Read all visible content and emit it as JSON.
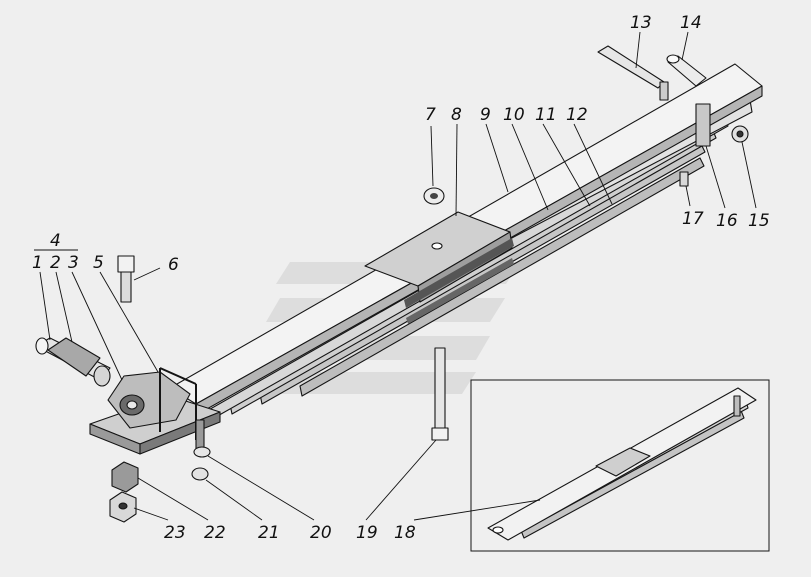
{
  "colors": {
    "background": "#efefef",
    "ink": "#151515",
    "steel_light": "#ededed",
    "steel_mid": "#c8c8c8",
    "steel_dark": "#8a8a8a",
    "watermark": "#dddddd"
  },
  "callouts": {
    "c1": "1",
    "c2": "2",
    "c3": "3",
    "c4": "4",
    "c5": "5",
    "c6": "6",
    "c7": "7",
    "c8": "8",
    "c9": "9",
    "c10": "10",
    "c11": "11",
    "c12": "12",
    "c13": "13",
    "c14": "14",
    "c15": "15",
    "c16": "16",
    "c17": "17",
    "c18": "18",
    "c19": "19",
    "c20": "20",
    "c21": "21",
    "c22": "22",
    "c23": "23"
  }
}
